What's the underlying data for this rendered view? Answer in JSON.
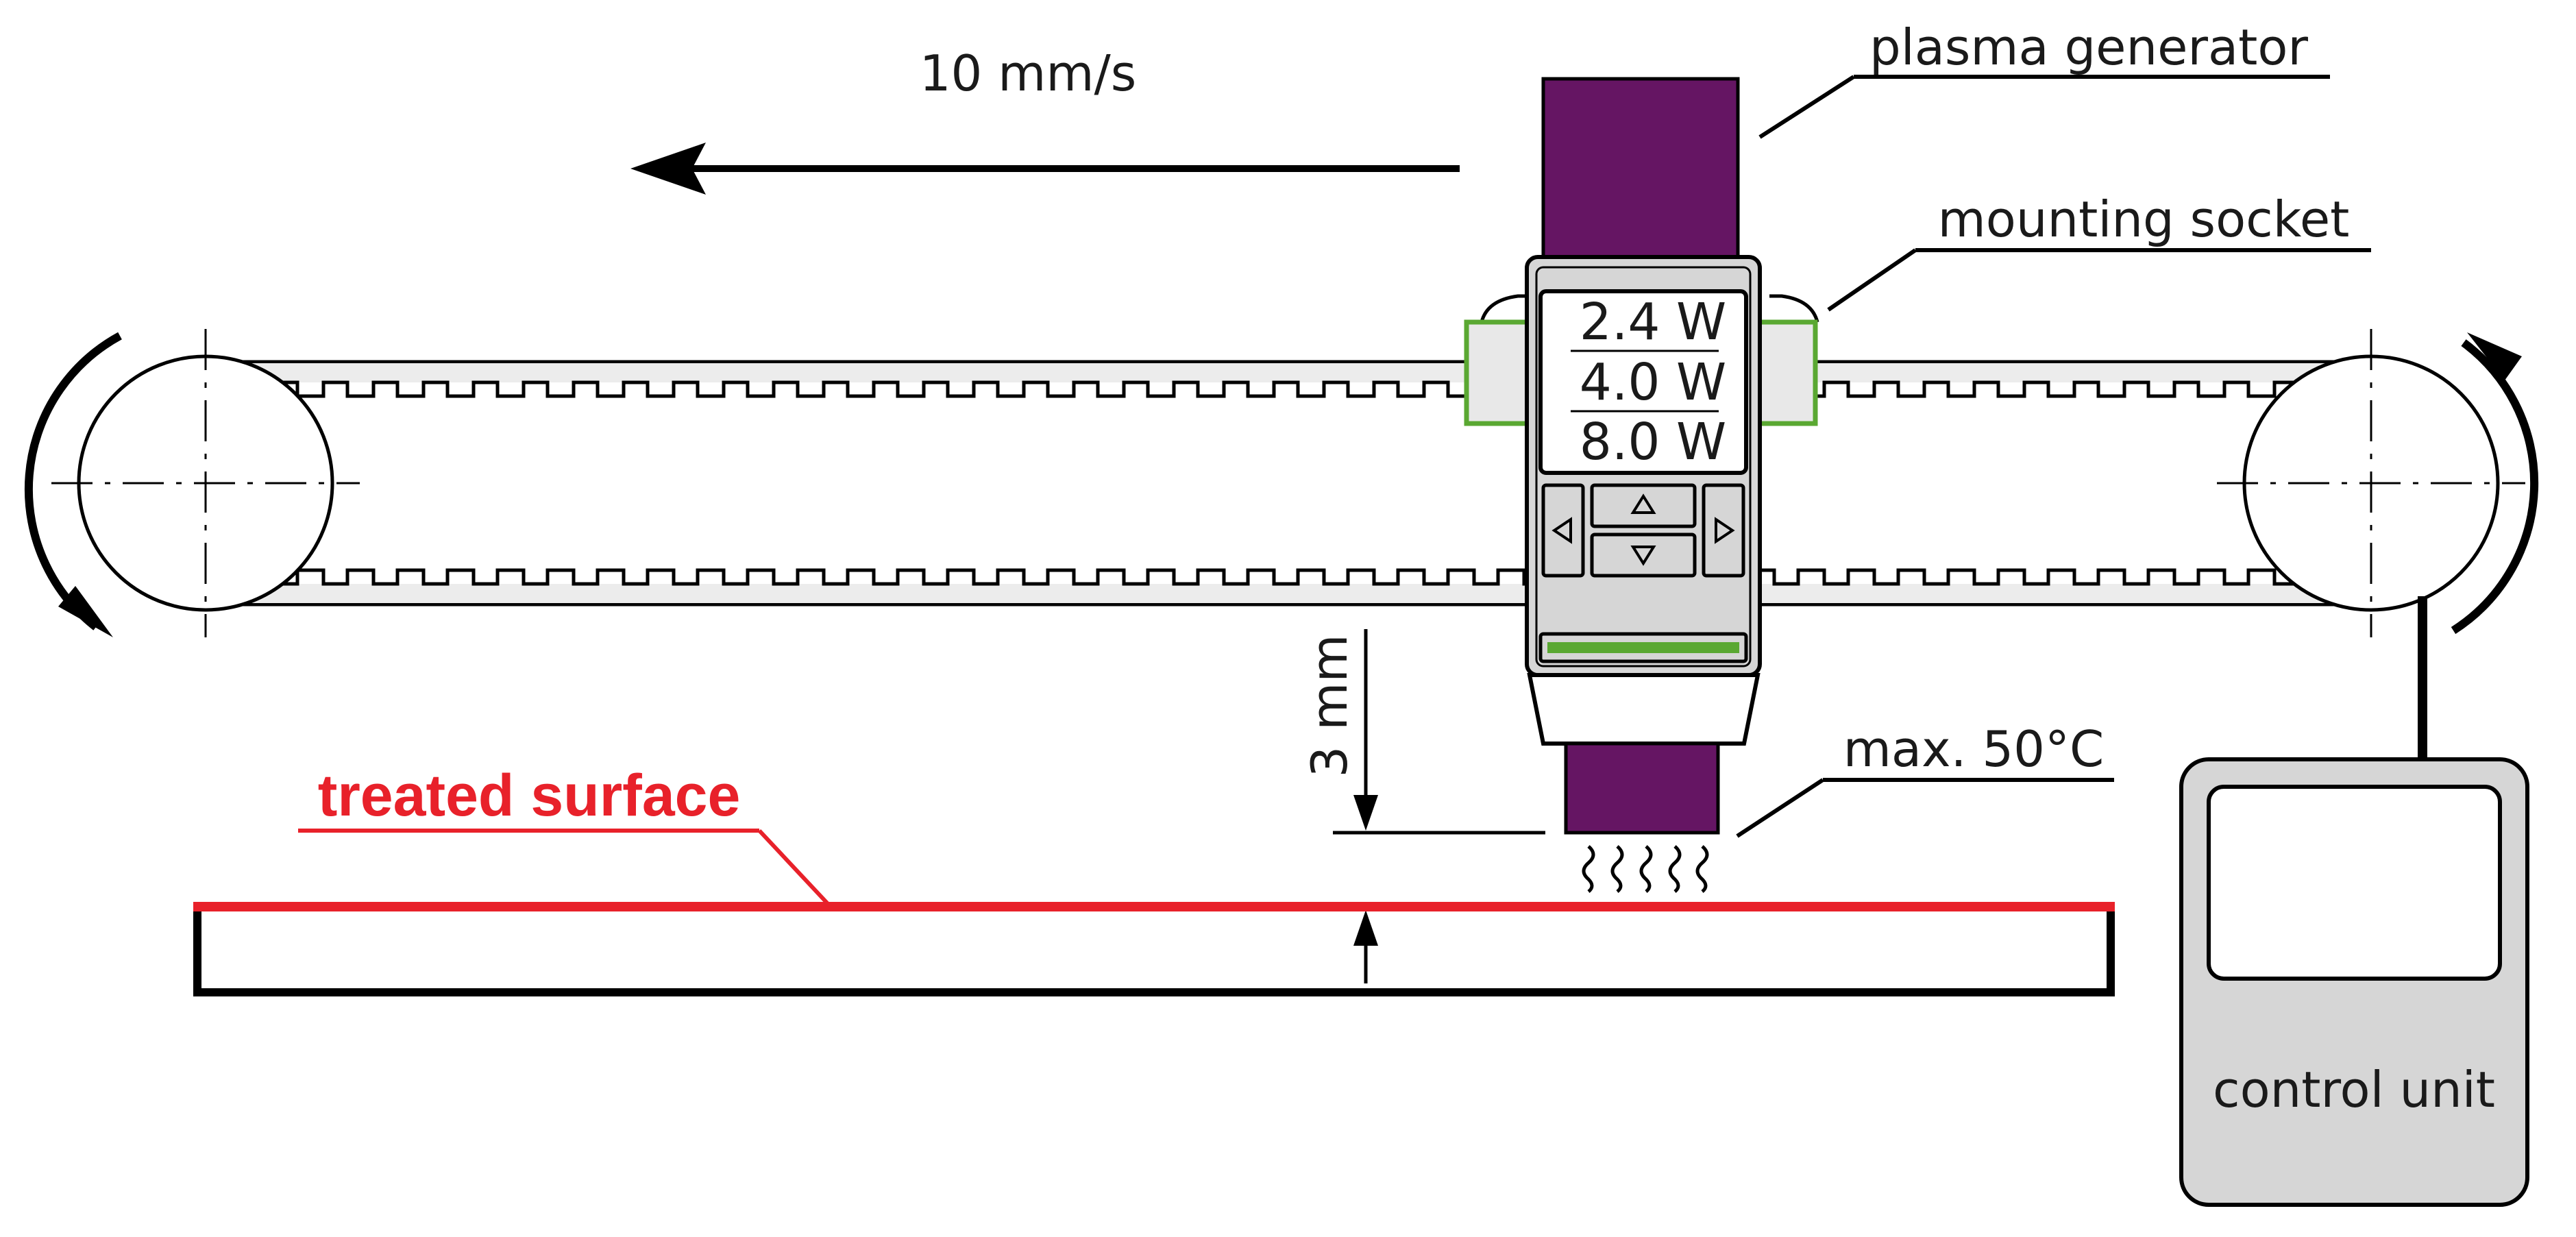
{
  "labels": {
    "speed": "10 mm/s",
    "plasma_generator": "plasma generator",
    "mounting_socket": "mounting socket",
    "max_temp": "max. 50°C",
    "gap": "3 mm",
    "treated_surface": "treated surface",
    "control_unit": "control unit"
  },
  "display": {
    "power_levels": [
      "2.4 W",
      "4.0 W",
      "8.0 W"
    ]
  },
  "colors": {
    "generator": "#651563",
    "socket": "#5aa832",
    "surface": "#e8212a",
    "body": "#d6d6d6",
    "status_bar": "#5aa832"
  },
  "icons": {
    "arrow_up": "triangle-up",
    "arrow_down": "triangle-down",
    "arrow_left": "triangle-left",
    "arrow_right": "triangle-right"
  }
}
